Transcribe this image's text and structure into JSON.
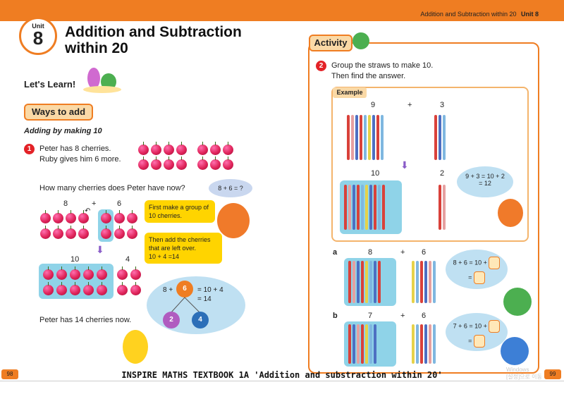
{
  "header": {
    "chapter": "Addition and Subtraction within 20",
    "unit_label": "Unit 8"
  },
  "unit_badge": {
    "label": "Unit",
    "number": "8"
  },
  "title": "Addition and Subtraction within 20",
  "lets_learn": "Let's Learn!",
  "ways_to_add": "Ways to add",
  "subheading": "Adding by making 10",
  "problem1": {
    "number": "1",
    "line1": "Peter has 8 cherries.",
    "line2": "Ruby gives him 6 more.",
    "question": "How many cherries does Peter have now?",
    "thought": "8 + 6 = ?",
    "row_top": {
      "left": "8",
      "plus": "+",
      "right": "6"
    },
    "row_bottom": {
      "left": "10",
      "right": "4"
    },
    "bubble1": "First make a group of 10 cherries.",
    "bubble2_line1": "Then add the cherries that are left over.",
    "bubble2_line2": "10 + 4 =14",
    "bond": {
      "eq_left": "8 +",
      "eq_part": "6",
      "eq_right": "= 10 + 4",
      "eq_result": "= 14",
      "part_a": "2",
      "part_b": "4"
    },
    "conclusion": "Peter has 14 cherries now."
  },
  "activity": {
    "tab": "Activity",
    "number": "2",
    "line1": "Group the straws to make 10.",
    "line2": "Then find the answer.",
    "example_label": "Example",
    "example": {
      "a": "9",
      "plus": "+",
      "b": "3",
      "c": "10",
      "d": "2",
      "eq1": "9 + 3 = 10 + 2",
      "eq2": "= 12"
    },
    "part_a": {
      "label": "a",
      "x": "8",
      "plus": "+",
      "y": "6",
      "eq": "8 + 6 = 10 +",
      "eq2": "="
    },
    "part_b": {
      "label": "b",
      "x": "7",
      "plus": "+",
      "y": "6",
      "eq": "7 + 6 = 10 +",
      "eq2": "="
    }
  },
  "page_left": "98",
  "page_right": "99",
  "caption": "INSPIRE MATHS TEXTBOOK 1A  'Addition and substraction within 20'",
  "watermark_line1": "Windows",
  "watermark_line2": "[설정]으로 이동"
}
